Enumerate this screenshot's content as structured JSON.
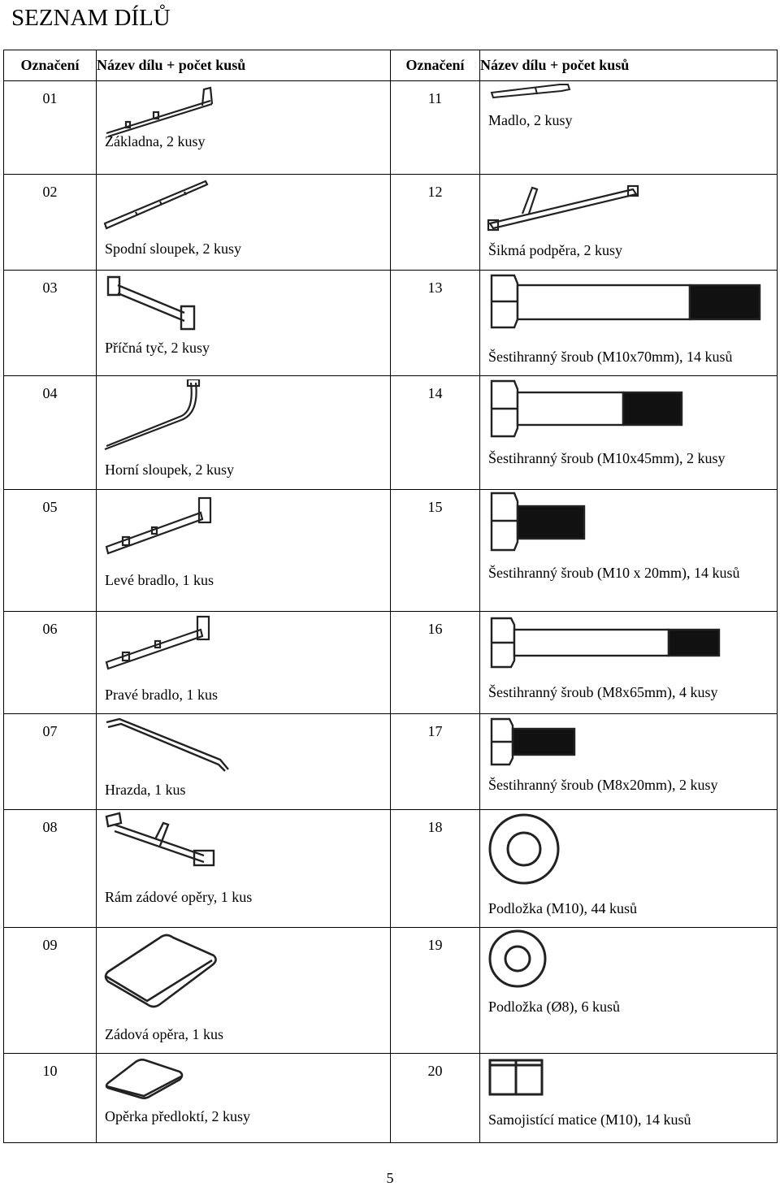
{
  "title": "SEZNAM DÍLŮ",
  "headers": {
    "id_left": "Označení",
    "name_left": "Název dílu + počet kusů",
    "id_right": "Označení",
    "name_right": "Název dílu + počet kusů"
  },
  "rows": [
    {
      "left": {
        "id": "01",
        "name": "Základna, 2 kusy",
        "icon": "base-rail-icon"
      },
      "right": {
        "id": "11",
        "name": "Madlo, 2 kusy",
        "icon": "handle-icon"
      }
    },
    {
      "left": {
        "id": "02",
        "name": "Spodní sloupek, 2 kusy",
        "icon": "lower-post-icon"
      },
      "right": {
        "id": "12",
        "name": "Šikmá podpěra, 2 kusy",
        "icon": "diagonal-brace-icon"
      }
    },
    {
      "left": {
        "id": "03",
        "name": "Příčná tyč, 2 kusy",
        "icon": "cross-bar-icon"
      },
      "right": {
        "id": "13",
        "name": "Šestihranný šroub (M10x70mm), 14 kusů",
        "icon": "hex-bolt-icon"
      }
    },
    {
      "left": {
        "id": "04",
        "name": "Horní sloupek, 2 kusy",
        "icon": "upper-post-icon"
      },
      "right": {
        "id": "14",
        "name": "Šestihranný šroub (M10x45mm), 2 kusy",
        "icon": "hex-bolt-icon"
      }
    },
    {
      "left": {
        "id": "05",
        "name": "Levé bradlo, 1 kus",
        "icon": "left-dip-bar-icon"
      },
      "right": {
        "id": "15",
        "name": "Šestihranný šroub (M10 x 20mm), 14 kusů",
        "icon": "hex-bolt-icon"
      }
    },
    {
      "left": {
        "id": "06",
        "name": "Pravé bradlo, 1 kus",
        "icon": "right-dip-bar-icon"
      },
      "right": {
        "id": "16",
        "name": "Šestihranný šroub (M8x65mm), 4 kusy",
        "icon": "hex-bolt-icon"
      }
    },
    {
      "left": {
        "id": "07",
        "name": "Hrazda, 1 kus",
        "icon": "pull-up-bar-icon"
      },
      "right": {
        "id": "17",
        "name": "Šestihranný šroub (M8x20mm), 2 kusy",
        "icon": "hex-bolt-icon"
      }
    },
    {
      "left": {
        "id": "08",
        "name": "Rám zádové opěry, 1 kus",
        "icon": "backrest-frame-icon"
      },
      "right": {
        "id": "18",
        "name": "Podložka (M10), 44 kusů",
        "icon": "washer-icon"
      }
    },
    {
      "left": {
        "id": "09",
        "name": "Zádová opěra, 1 kus",
        "icon": "backrest-pad-icon"
      },
      "right": {
        "id": "19",
        "name": "Podložka (Ø8), 6 kusů",
        "icon": "washer-icon"
      }
    },
    {
      "left": {
        "id": "10",
        "name": "Opěrka předloktí, 2 kusy",
        "icon": "forearm-pad-icon"
      },
      "right": {
        "id": "20",
        "name": "Samojistící matice (M10), 14 kusů",
        "icon": "lock-nut-icon"
      }
    }
  ],
  "page_number": "5"
}
